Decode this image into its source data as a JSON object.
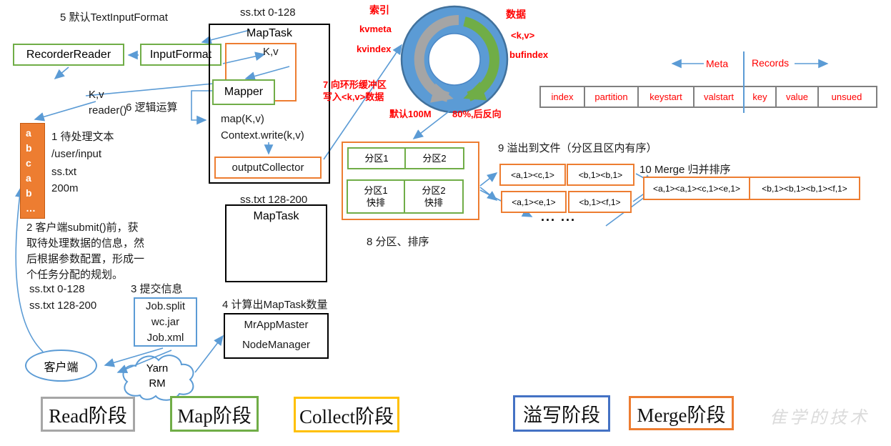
{
  "labels": {
    "step5": "5 默认TextInputFormat",
    "step6": "6 逻辑运算",
    "maptask1_title": "ss.txt 0-128",
    "maptask2_title": "ss.txt 128-200",
    "kv_reader": "K,v\nreader()",
    "step1_title_path": "1 待处理文本\n/user/input",
    "step1_file_size": "ss.txt\n200m",
    "step2_note": "2 客户端submit()前，获\n取待处理数据的信息，然\n后根据参数配置，形成一\n个任务分配的规划。",
    "splits": "ss.txt  0-128\nss.txt  128-200",
    "step3": "3 提交信息",
    "step4": "4 计算出MapTask数量",
    "step7": "7 向环形缓冲区\n写入<k,v>数据",
    "buffer_default": "默认100M",
    "buffer_backward": "80%,后反向",
    "step8": "8 分区、排序",
    "step9": "9 溢出到文件（分区且区内有序）",
    "step10": "10 Merge 归并排序",
    "ellipsis": "... ..."
  },
  "boxes": {
    "recorder_reader": "RecorderReader",
    "input_format": "InputFormat",
    "map_task": "MapTask",
    "map_task2": "MapTask",
    "kv": "K,v",
    "mapper": "Mapper",
    "map_fn": "map(K,v)\nContext.write(k,v)",
    "output_collector": "outputCollector",
    "job_files": "Job.split\nwc.jar\nJob.xml",
    "client": "客户端",
    "yarn": "Yarn\nRM",
    "mr_app_master": "MrAppMaster",
    "node_manager": "NodeManager"
  },
  "ring_buffer": {
    "index_label": "索引",
    "kvmeta": "kvmeta",
    "kvindex": "kvindex",
    "data_label": "数据",
    "kv": "<k,v>",
    "bufindex": "bufindex"
  },
  "meta_records": {
    "meta_label": "Meta",
    "records_label": "Records",
    "cells": [
      "index",
      "partition",
      "keystart",
      "valstart",
      "key",
      "value",
      "unsued"
    ]
  },
  "partitions": {
    "p1": "分区1",
    "p2": "分区2",
    "p1_sorted": "分区1\n快排",
    "p2_sorted": "分区2\n快排"
  },
  "spills": [
    "<a,1><c,1>",
    "<b,1><b,1>",
    "<a,1><e,1>",
    "<b,1><f,1>"
  ],
  "merged": [
    "<a,1><a,1><c,1><e,1>",
    "<b,1><b,1><b,1><f,1>"
  ],
  "input_block_letters": [
    "a",
    "b",
    "c",
    "a",
    "b",
    "…"
  ],
  "stages": [
    {
      "label": "Read阶段",
      "border": "#A6A6A6"
    },
    {
      "label": "Map阶段",
      "border": "#70AD47"
    },
    {
      "label": "Collect阶段",
      "border": "#FFC000"
    },
    {
      "label": "溢写阶段",
      "border": "#4472C4"
    },
    {
      "label": "Merge阶段",
      "border": "#ED7D31"
    }
  ],
  "watermark": "隹学的技术",
  "colors": {
    "orange": "#ED7D31",
    "green": "#70AD47",
    "blue": "#5B9BD5",
    "ring_fill": "#5B9BD5",
    "ring_border": "#41719C",
    "gray_arrow": "#A5A5A5",
    "red": "#FF0000",
    "table_border": "#7F7F7F"
  }
}
